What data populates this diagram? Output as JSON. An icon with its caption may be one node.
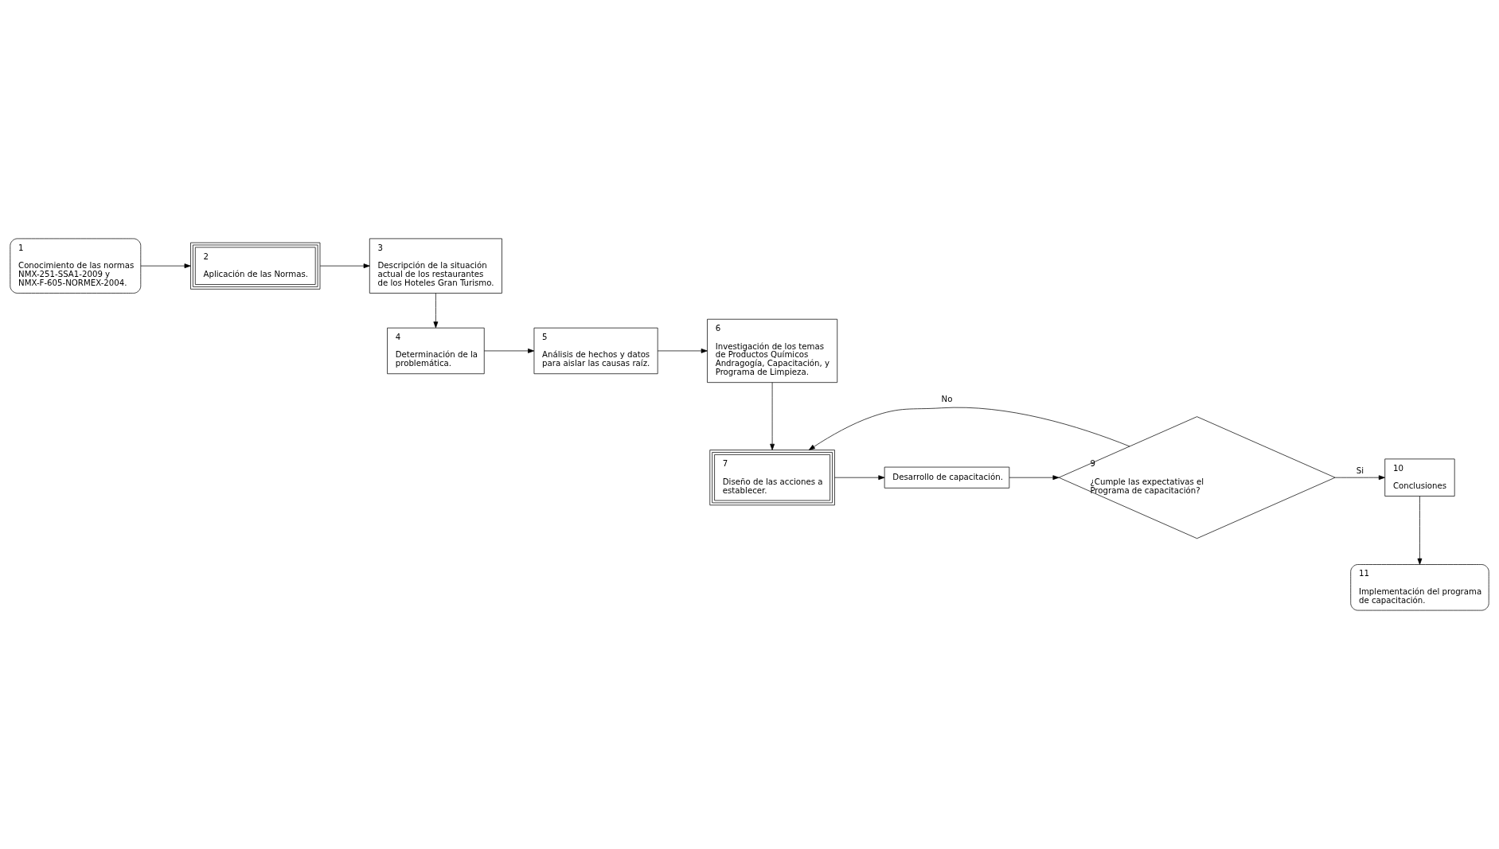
{
  "diagram": {
    "nodes": [
      {
        "text": [
          "1",
          "Conocimiento de las normas NMX-251-SSA1-2009 y NMX-F-605-NORMEX-2004."
        ]
      },
      {
        "text": [
          "2",
          "Aplicación de las Normas."
        ]
      },
      {
        "text": [
          "3",
          "Descripción de la situación actual de los restaurantes de los Hoteles Gran Turismo."
        ]
      },
      {
        "text": [
          "4",
          "Determinación de la problemática."
        ]
      },
      {
        "text": [
          "5",
          "Análisis de hechos y datos para aislar las causas raíz."
        ]
      },
      {
        "text": [
          "6",
          "Investigación de los temas de Productos Químicos Andragogía, Capacitación, y Programa de Limpieza."
        ]
      },
      {
        "text": [
          "7",
          "Diseño de las acciones a establecer."
        ]
      },
      {
        "text": [
          "Desarrollo de capacitación."
        ]
      },
      {
        "text": [
          "9",
          "¿Cumple las expectativas el Programa de capacitación?"
        ]
      },
      {
        "text": [
          "10",
          "Conclusiones"
        ]
      },
      {
        "text": [
          "11",
          "Implementación del programa de capacitación."
        ]
      }
    ],
    "edges": [
      {
        "from": 0,
        "to": 1,
        "arrow": "to"
      },
      {
        "from": 1,
        "to": 2,
        "arrow": "to"
      },
      {
        "from": 2,
        "to": 3,
        "arrow": "to"
      },
      {
        "from": 3,
        "to": 4,
        "arrow": "to"
      },
      {
        "from": 4,
        "to": 5,
        "arrow": "to"
      },
      {
        "from": 5,
        "to": 6,
        "arrow": "to"
      },
      {
        "from": 6,
        "to": 7,
        "arrow": "to"
      },
      {
        "from": 7,
        "to": 8,
        "arrow": "to"
      },
      {
        "from": 8,
        "to": 9,
        "label": "Si",
        "arrow": "to"
      },
      {
        "from": 9,
        "to": 10,
        "arrow": "to"
      },
      {
        "from": 8,
        "to": 6,
        "label": "No",
        "arrow": "to"
      }
    ]
  }
}
